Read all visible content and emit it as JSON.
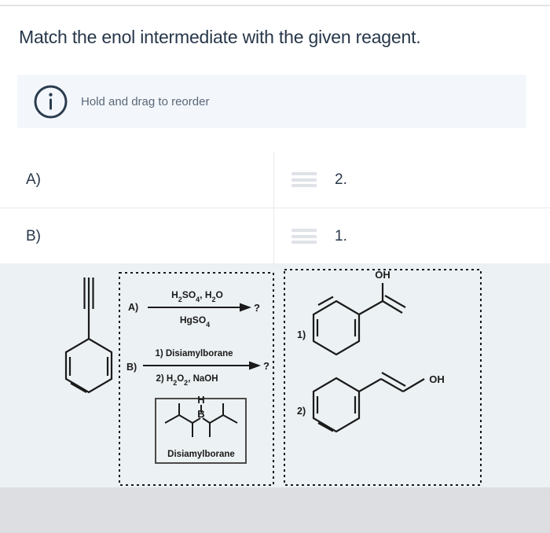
{
  "page": {
    "title": "Match the enol intermediate with the given reagent."
  },
  "info_banner": {
    "icon": "info-circle-icon",
    "text": "Hold and drag to reorder"
  },
  "match_rows": [
    {
      "prompt": "A)",
      "handle_icon": "drag-handle-icon",
      "answer": "2."
    },
    {
      "prompt": "B)",
      "handle_icon": "drag-handle-icon",
      "answer": "1."
    }
  ],
  "figure": {
    "background": "#ecf1f3",
    "stroke": "#1a1a1a",
    "starting_material": {
      "name": "phenylacetylene",
      "label": ""
    },
    "reagent_box": {
      "reactions": [
        {
          "label": "A)",
          "above_arrow": "H₂SO₄, H₂O",
          "below_arrow": "HgSO₄",
          "product": "?"
        },
        {
          "label": "B)",
          "above_arrow": "1) Disiamylborane",
          "below_arrow": "2) H₂O₂, NaOH",
          "product": "?"
        }
      ],
      "inset": {
        "caption": "Disiamylborane",
        "atoms": {
          "hydrogen": "H",
          "boron": "B"
        }
      }
    },
    "product_box": {
      "products": [
        {
          "label": "1)",
          "name": "1-phenylethen-1-ol",
          "oh_label": "OH"
        },
        {
          "label": "2)",
          "name": "2-phenylethenol",
          "oh_label": "OH"
        }
      ]
    }
  },
  "colors": {
    "title_text": "#27374a",
    "banner_bg": "#f3f7fc",
    "banner_text": "#5b6877",
    "divider": "#e8eaed",
    "handle": "#dfe2e7",
    "figure_bg": "#ecf1f3",
    "bottom_bar": "#dcdee2"
  }
}
